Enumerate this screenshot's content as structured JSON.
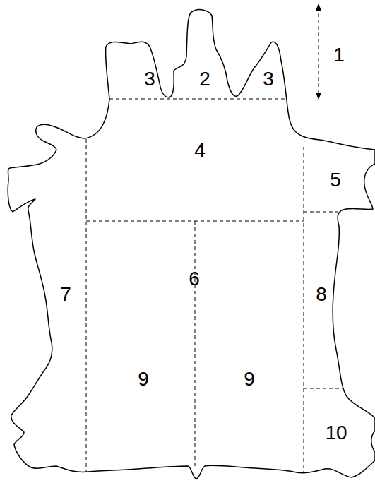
{
  "diagram": {
    "labels": [
      "1",
      "2",
      "3",
      "3",
      "4",
      "5",
      "6",
      "7",
      "8",
      "9",
      "9",
      "10"
    ]
  }
}
